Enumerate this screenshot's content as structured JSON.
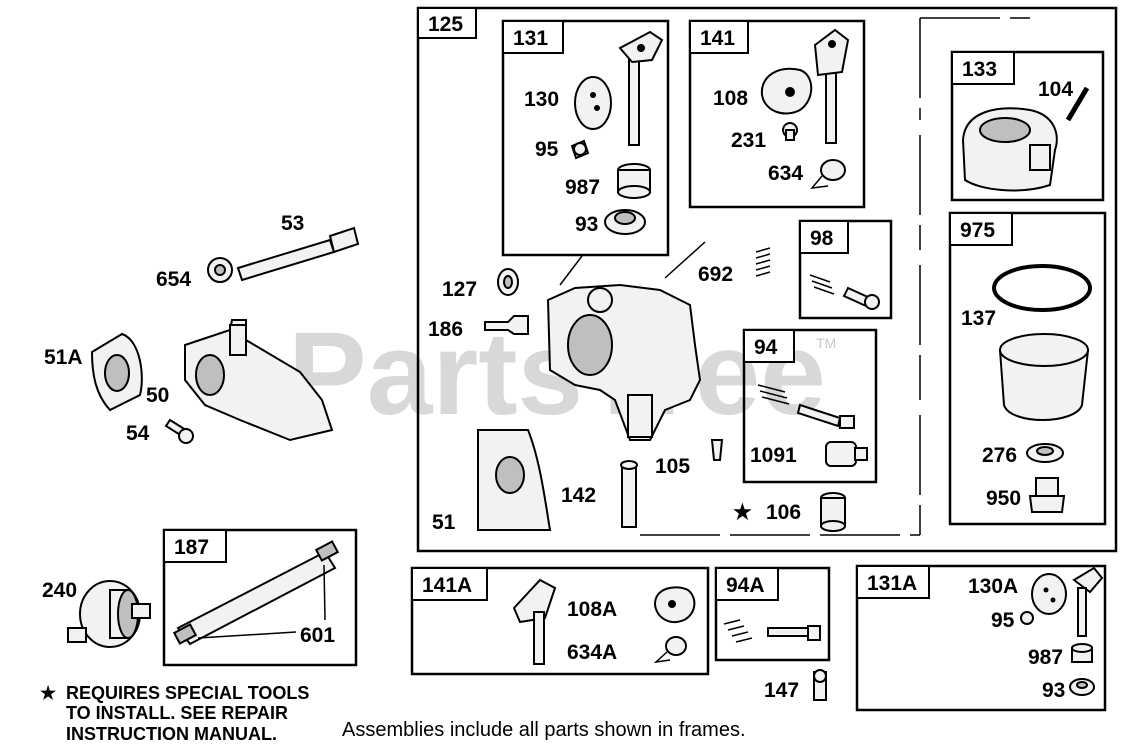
{
  "watermark": {
    "text": "PartsTree",
    "tm": "TM"
  },
  "frames": {
    "f125": "125",
    "f131": "131",
    "f141": "141",
    "f133": "133",
    "f98": "98",
    "f975": "975",
    "f94": "94",
    "f187": "187",
    "f141A": "141A",
    "f94A": "94A",
    "f131A": "131A"
  },
  "parts": {
    "p53": "53",
    "p654": "654",
    "p51A": "51A",
    "p50": "50",
    "p54": "54",
    "p130": "130",
    "p95": "95",
    "p987": "987",
    "p93": "93",
    "p108": "108",
    "p231": "231",
    "p634": "634",
    "p104": "104",
    "p127": "127",
    "p186": "186",
    "p692": "692",
    "p137": "137",
    "p1091": "1091",
    "p105": "105",
    "p142": "142",
    "p51": "51",
    "p106": "106",
    "p276": "276",
    "p950": "950",
    "p240": "240",
    "p601": "601",
    "p108A": "108A",
    "p634A": "634A",
    "p147": "147",
    "p130A": "130A",
    "p95b": "95",
    "p987b": "987",
    "p93b": "93"
  },
  "star_symbol": "★",
  "note": {
    "line1": "REQUIRES SPECIAL TOOLS",
    "line2": "TO INSTALL.  SEE REPAIR",
    "line3": "INSTRUCTION MANUAL."
  },
  "caption": "Assemblies include all parts shown in frames."
}
